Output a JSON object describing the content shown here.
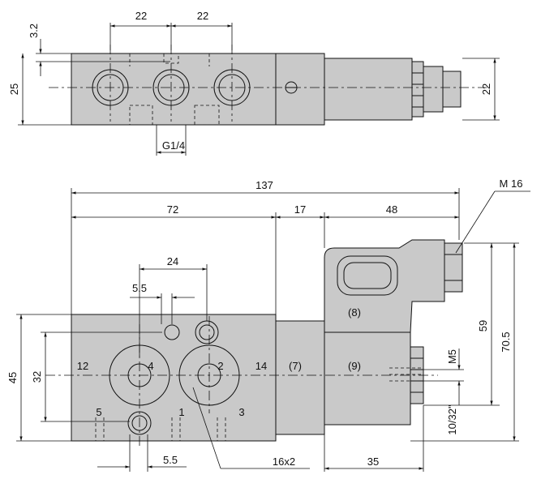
{
  "top_view": {
    "dim_pitch_left": "22",
    "dim_pitch_right": "22",
    "dim_offset": "3.2",
    "dim_height": "25",
    "dim_coil_height": "22",
    "port_size": "G1/4"
  },
  "front_view": {
    "dim_total_length": "137",
    "dim_body_length": "72",
    "dim_adapter": "17",
    "dim_coil_length": "48",
    "dim_connector": "M 16",
    "dim_pilot_spacing": "24",
    "dim_pilot_offset": "5.5",
    "dim_body_height": "45",
    "dim_port_spacing": "32",
    "dim_connector_height": "59",
    "dim_overall_height": "70.5",
    "dim_exhaust_offset": "5.5",
    "dim_mounting": "16x2",
    "dim_coil_depth": "35",
    "dim_thread_m5": "M5",
    "dim_thread_unf": "10/32\"",
    "port_labels": [
      "12",
      "4",
      "2",
      "14",
      "5",
      "1",
      "3"
    ],
    "part_labels": [
      "(7)",
      "(8)",
      "(9)"
    ]
  }
}
